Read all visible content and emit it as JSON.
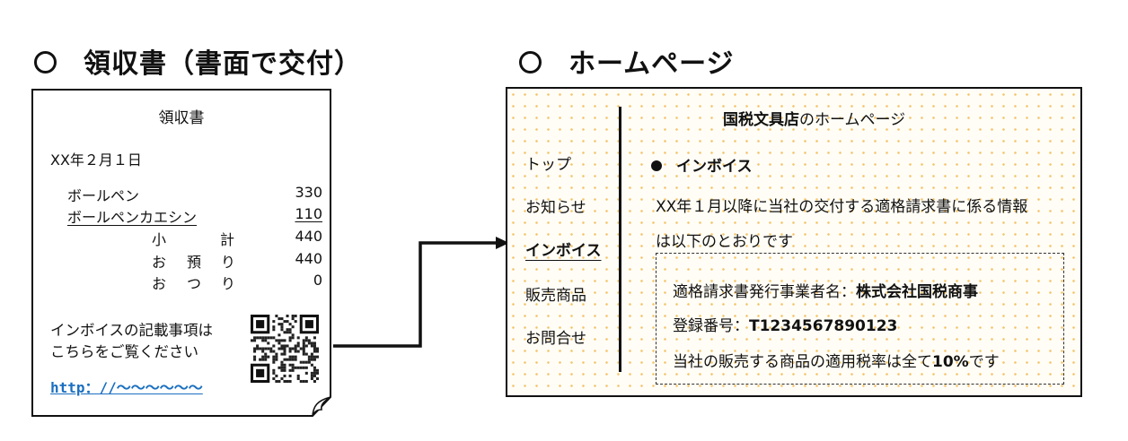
{
  "headings": {
    "receipt": "領収書（書面で交付）",
    "homepage": "ホームページ"
  },
  "receipt": {
    "title": "領収書",
    "date": "XX年２月１日",
    "items": [
      {
        "name": "ボールペン",
        "value": "330"
      },
      {
        "name": "ボールペンカエシン",
        "value": "110"
      }
    ],
    "subtotal": {
      "chars": [
        "小",
        "計"
      ],
      "value": "440"
    },
    "deposit": {
      "chars": [
        "お",
        "預",
        "り"
      ],
      "value": "440"
    },
    "change": {
      "chars": [
        "お",
        "つ",
        "り"
      ],
      "value": "0"
    },
    "note_line1": "インボイスの記載事項は",
    "note_line2": "こちらをご覧ください",
    "link": "http：//～～～～～～"
  },
  "homepage": {
    "title_bold": "国税文具店",
    "title_rest": "のホームページ",
    "nav": [
      "トップ",
      "お知らせ",
      "インボイス",
      "販売商品",
      "お問合せ"
    ],
    "nav_active_index": 2,
    "section": "インボイス",
    "body_line1": "XX年１月以降に当社の交付する適格請求書に係る情報",
    "body_line2": "は以下のとおりです",
    "box": {
      "issuer_label": "適格請求書発行事業者名：",
      "issuer_name": "株式会社国税商事",
      "reg_label": "登録番号：",
      "reg_number": "T1234567890123",
      "rate_prefix": "当社の販売する商品の適用税率は全て",
      "rate_value": "10%",
      "rate_suffix": "です"
    }
  },
  "colors": {
    "link": "#1a6fc0",
    "dots": "#f3c46a"
  },
  "icons": [
    "qr-code-icon",
    "arrow-icon"
  ]
}
